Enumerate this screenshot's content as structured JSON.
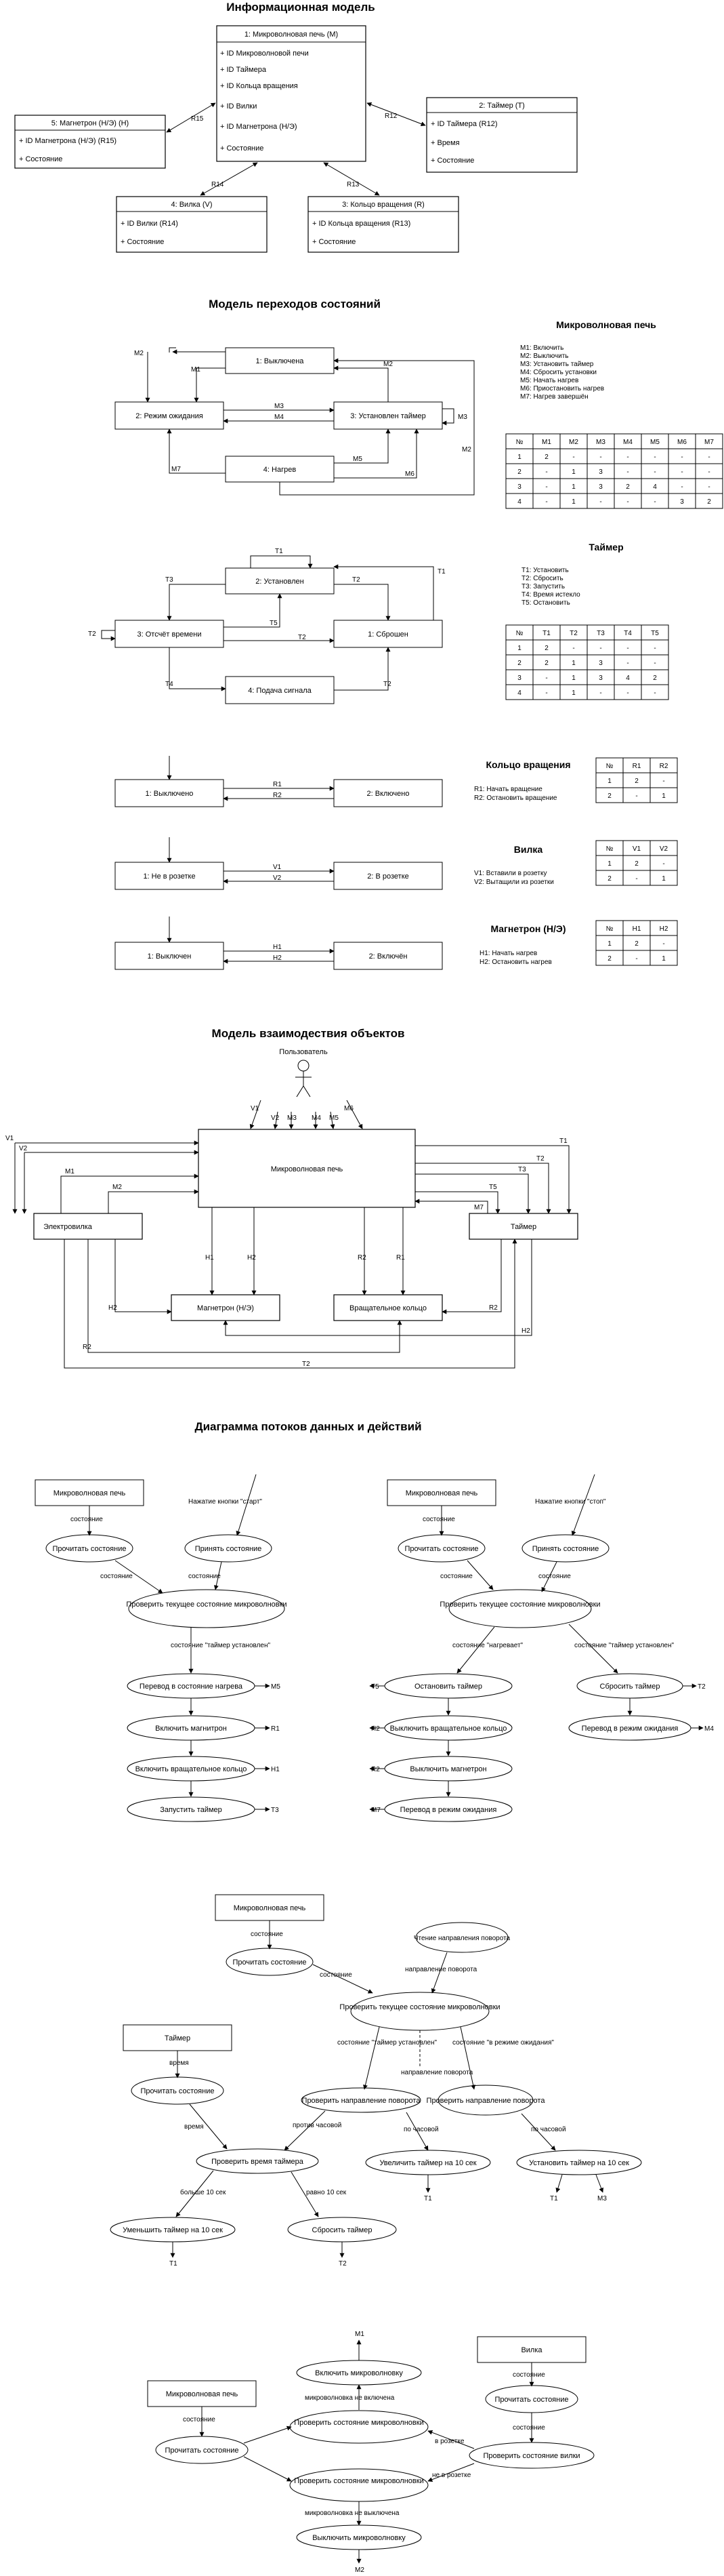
{
  "info_model": {
    "title": "Информационная модель",
    "microwave": {
      "header": "1: Микроволновая печь   (M)",
      "fields": [
        "+ ID Микроволновой печи",
        "+ ID Таймера",
        "+ ID Кольца вращения",
        "+ ID Вилки",
        "+ ID Магнетрона (Н/Э)",
        "+ Состояние"
      ]
    },
    "magnetron": {
      "header": "5: Магнетрон (Н/Э)   (H)",
      "fields": [
        "+ ID Магнетрона (Н/Э) (R15)",
        "+ Состояние"
      ]
    },
    "timer": {
      "header": "2: Таймер   (T)",
      "fields": [
        "+ ID Таймера (R12)",
        "+ Время",
        "+ Состояние"
      ]
    },
    "plug": {
      "header": "4: Вилка   (V)",
      "fields": [
        "+ ID Вилки (R14)",
        "+ Состояние"
      ]
    },
    "ring": {
      "header": "3: Кольцо вращения   (R)",
      "fields": [
        "+ ID Кольца вращения (R13)",
        "+ Состояние"
      ]
    },
    "rels": {
      "r12": "R12",
      "r13": "R13",
      "r14": "R14",
      "r15": "R15"
    }
  },
  "state_model": {
    "title": "Модель переходов состояний",
    "microwave": {
      "heading": "Микроволновая печь",
      "states": {
        "off": "1: Выключена",
        "wait": "2: Режим ожидания",
        "timer_set": "3: Установлен таймер",
        "heating": "4: Нагрев"
      },
      "events": {
        "m1": "M1",
        "m2": "M2",
        "m3": "M3",
        "m4": "M4",
        "m5": "M5",
        "m6": "M6",
        "m7": "M7"
      },
      "legend": [
        "M1: Включить",
        "M2: Выключить",
        "M3: Установить таймер",
        "M4: Сбросить установки",
        "M5: Начать нагрев",
        "M6: Приостановить нагрев",
        "M7: Нагрев завершён"
      ],
      "table": {
        "header": [
          "№",
          "M1",
          "M2",
          "M3",
          "M4",
          "M5",
          "M6",
          "M7"
        ],
        "rows": [
          [
            "1",
            "2",
            "-",
            "-",
            "-",
            "-",
            "-",
            "-"
          ],
          [
            "2",
            "-",
            "1",
            "3",
            "-",
            "-",
            "-",
            "-"
          ],
          [
            "3",
            "-",
            "1",
            "3",
            "2",
            "4",
            "-",
            "-"
          ],
          [
            "4",
            "-",
            "1",
            "-",
            "-",
            "-",
            "3",
            "2"
          ]
        ]
      }
    },
    "timer": {
      "heading": "Таймер",
      "states": {
        "set": "2: Установлен",
        "counting": "3: Отсчёт времени",
        "reset": "1: Сброшен",
        "signal": "4: Подача сигнала"
      },
      "events": {
        "t1": "T1",
        "t2": "T2",
        "t3": "T3",
        "t4": "T4",
        "t5": "T5"
      },
      "legend": [
        "T1: Установить",
        "T2: Сбросить",
        "T3: Запустить",
        "T4: Время истекло",
        "T5: Остановить"
      ],
      "table": {
        "header": [
          "№",
          "T1",
          "T2",
          "T3",
          "T4",
          "T5"
        ],
        "rows": [
          [
            "1",
            "2",
            "-",
            "-",
            "-",
            "-"
          ],
          [
            "2",
            "2",
            "1",
            "3",
            "-",
            "-"
          ],
          [
            "3",
            "-",
            "1",
            "3",
            "4",
            "2"
          ],
          [
            "4",
            "-",
            "1",
            "-",
            "-",
            "-"
          ]
        ]
      }
    },
    "ring": {
      "heading": "Кольцо вращения",
      "states": {
        "off": "1: Выключено",
        "on": "2: Включено"
      },
      "events": {
        "r1": "R1",
        "r2": "R2"
      },
      "legend": [
        "R1: Начать вращение",
        "R2: Остановить вращение"
      ],
      "table": {
        "header": [
          "№",
          "R1",
          "R2"
        ],
        "rows": [
          [
            "1",
            "2",
            "-"
          ],
          [
            "2",
            "-",
            "1"
          ]
        ]
      }
    },
    "plug": {
      "heading": "Вилка",
      "states": {
        "out": "1: Не в розетке",
        "in": "2: В розетке"
      },
      "events": {
        "v1": "V1",
        "v2": "V2"
      },
      "legend": [
        "V1: Вставили в розетку",
        "V2: Вытащили из розетки"
      ],
      "table": {
        "header": [
          "№",
          "V1",
          "V2"
        ],
        "rows": [
          [
            "1",
            "2",
            "-"
          ],
          [
            "2",
            "-",
            "1"
          ]
        ]
      }
    },
    "magnetron": {
      "heading": "Магнетрон (Н/Э)",
      "states": {
        "off": "1: Выключен",
        "on": "2: Включён"
      },
      "events": {
        "h1": "H1",
        "h2": "H2"
      },
      "legend": [
        "H1: Начать нагрев",
        "H2: Остановить нагрев"
      ],
      "table": {
        "header": [
          "№",
          "H1",
          "H2"
        ],
        "rows": [
          [
            "1",
            "2",
            "-"
          ],
          [
            "2",
            "-",
            "1"
          ]
        ]
      }
    }
  },
  "interaction_model": {
    "title": "Модель взаимодествия объектов",
    "user": "Пользователь",
    "microwave": "Микроволновая печь",
    "power": "Электровилка",
    "timer": "Таймер",
    "magnetron": "Магнетрон (Н/Э)",
    "ring": "Вращательное кольцо",
    "labels": {
      "v1": "V1",
      "v2": "V2",
      "m1": "M1",
      "m2": "M2",
      "m3": "M3",
      "m4": "M4",
      "m5": "M5",
      "m6": "M6",
      "m7": "M7",
      "t1": "T1",
      "t2": "T2",
      "t3": "T3",
      "t5": "T5",
      "h1": "H1",
      "h2": "H2",
      "r1": "R1",
      "r2": "R2"
    }
  },
  "dataflow": {
    "title": "Диаграмма потоков данных и действий",
    "start": {
      "store": "Микроволновая печь",
      "read": "Прочитать состояние",
      "event": "Нажатие кнопки \"старт\"",
      "accept": "Принять состояние",
      "check": "Проверить текущее состояние микроволновки",
      "actions": [
        "Перевод в состояние нагрева",
        "Включить магнитрон",
        "Включить вращательное кольцо",
        "Запустить таймер"
      ],
      "out": [
        "M5",
        "R1",
        "H1",
        "T3"
      ],
      "flows": {
        "state1": "состояние",
        "state2": "состояние",
        "state3": "состояние",
        "cond": "состояние \"таймер установлен\""
      }
    },
    "stop": {
      "store": "Микроволновая печь",
      "read": "Прочитать состояние",
      "event": "Нажатие кнопки \"стоп\"",
      "accept": "Принять состояние",
      "check": "Проверить текущее состояние микроволновки",
      "left_actions": [
        "Остановить таймер",
        "Выключить вращательное кольцо",
        "Выключить магнетрон",
        "Перевод в режим ожидания"
      ],
      "left_out": [
        "T5",
        "H2",
        "R2",
        "M7"
      ],
      "right_actions": [
        "Сбросить таймер",
        "Перевод в режим ожидания"
      ],
      "right_out": [
        "T2",
        "M4"
      ],
      "flows": {
        "state1": "состояние",
        "state2": "состояние",
        "state3": "состояние",
        "cond_left": "состояние \"нагревает\"",
        "cond_right": "состояние \"таймер установлен\""
      }
    },
    "rotation": {
      "store": "Микроволновая печь",
      "read": "Прочитать состояние",
      "read_dir": "Чтение направления поворота",
      "check": "Проверить текущее состояние микроволновки",
      "check_dir_left": "Проверить направление поворота",
      "check_dir_right": "Проверить направление поворота",
      "inc": "Увеличить таймер на 10 сек",
      "set": "Установить таймер на 10 сек",
      "timer_store": "Таймер",
      "read_timer": "Прочитать состояние",
      "check_time": "Проверить время таймера",
      "dec": "Уменьшить таймер на 10 сек",
      "reset": "Сбросить таймер",
      "flows": {
        "state": "состояние",
        "state2": "состояние",
        "dir1": "направление поворота",
        "dir2": "направление поворота",
        "cond_left": "состояние \"таймер установлен\"",
        "cond_right": "состояние \"в режиме ожидания\"",
        "ccw": "против часовой",
        "cw1": "по часовой",
        "cw2": "по часовой",
        "time": "время",
        "time2": "время",
        "more": "больше 10 сек",
        "eq": "равно 10 сек"
      },
      "out": {
        "t1a": "T1",
        "t1b": "T1",
        "m3": "M3",
        "t1c": "T1",
        "t2": "T2"
      }
    },
    "power": {
      "store": "Микроволновая печь",
      "plug_store": "Вилка",
      "read": "Прочитать состояние",
      "read_plug": "Прочитать состояние",
      "turn_on": "Включить микроволновку",
      "check1": "Проверить состояние микроволновки",
      "check2": "Проверить состояние микроволновки",
      "check_plug": "Проверить состояние вилки",
      "turn_off": "Выключить микроволновку",
      "flows": {
        "state1": "состояние",
        "state2": "состояние",
        "state3": "состояние",
        "on_off": "микроволновка не включена",
        "in": "в розетке",
        "not_in": "не в розетке",
        "not_off": "микроволновка не выключена"
      },
      "out": {
        "m1": "M1",
        "m2": "M2"
      }
    }
  }
}
